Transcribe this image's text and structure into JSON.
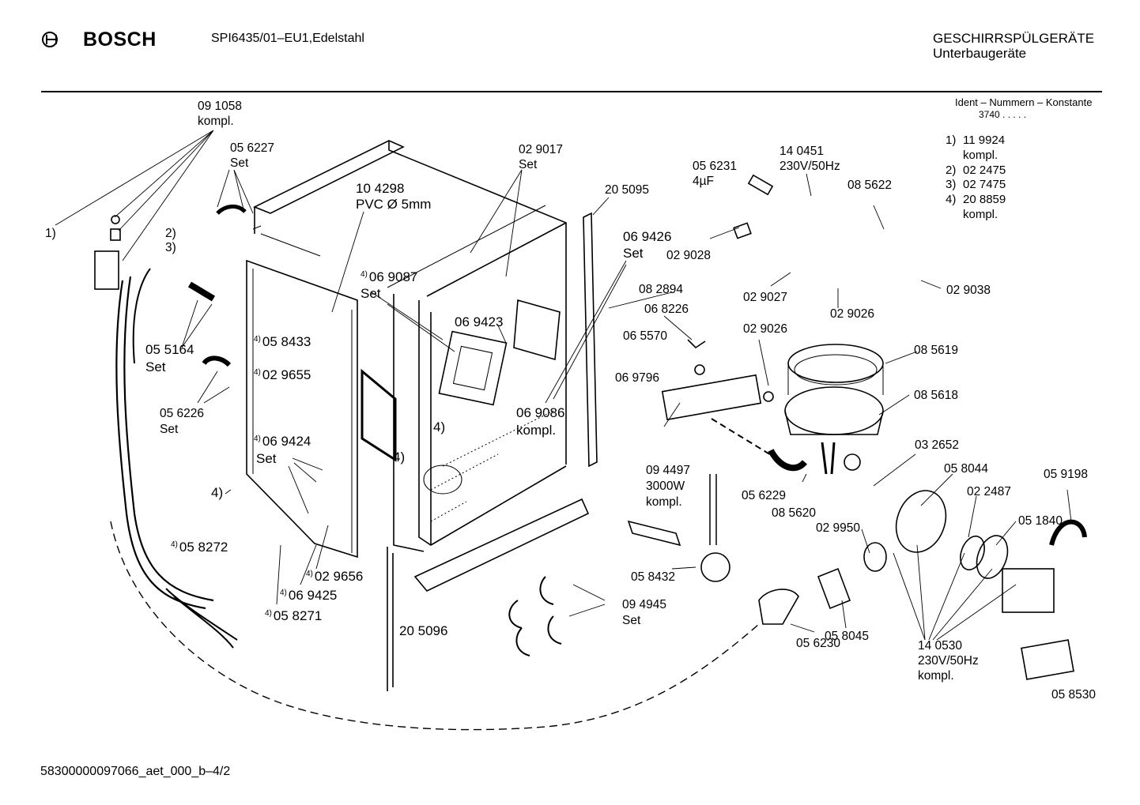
{
  "header": {
    "brand": "BOSCH",
    "model": "SPI6435/01–EU1,Edelstahl",
    "category_line1": "GESCHIRRSPÜLGERÄTE",
    "category_line2": "Unterbaugeräte"
  },
  "ident": {
    "title": "Ident – Nummern – Konstante",
    "value": "3740  .  .  .  .  ."
  },
  "notes": [
    {
      "key": "1)",
      "text": "11 9924"
    },
    {
      "key": "",
      "text": "kompl."
    },
    {
      "key": "2)",
      "text": "02 2475"
    },
    {
      "key": "3)",
      "text": "02 7475"
    },
    {
      "key": "4)",
      "text": "20 8859"
    },
    {
      "key": "",
      "text": "kompl."
    }
  ],
  "labels": {
    "p091058": "09 1058",
    "p091058_sub": "kompl.",
    "p056227": "05 6227",
    "p056227_sub": "Set",
    "p104298": "10 4298",
    "p104298_sub": "PVC Ø 5mm",
    "p029017": "02 9017",
    "p029017_sub": "Set",
    "p205095": "20 5095",
    "p056231": "05 6231",
    "p056231_sub": "4µF",
    "p140451": "14 0451",
    "p140451_sub": "230V/50Hz",
    "p085622": "08 5622",
    "ref1": "1)",
    "ref2": "2)",
    "ref3": "3)",
    "p069426": "06 9426",
    "p069426_sub": "Set",
    "p029028": "02 9028",
    "p069087": "06 9087",
    "p069087_sub": "Set",
    "p055164": "05 5164",
    "p055164_sub": "Set",
    "p058433": "05 8433",
    "p069423": "06 9423",
    "p082894": "08 2894",
    "p029027": "02 9027",
    "p029026a": "02 9026",
    "p029038": "02 9038",
    "p068226": "06 8226",
    "p029655": "02 9655",
    "p029026b": "02 9026",
    "p065570": "06 5570",
    "p085619": "08 5619",
    "p056226": "05 6226",
    "p056226_sub": "Set",
    "p069796": "06 9796",
    "p085618": "08 5618",
    "p069086": "06 9086",
    "p069086_sub": "kompl.",
    "ref4a": "4)",
    "p069424": "06 9424",
    "p069424_sub": "Set",
    "ref4b": "4)",
    "p032652": "03 2652",
    "p094497": "09 4497",
    "p094497_w": "3000W",
    "p094497_sub": "kompl.",
    "p058044": "05 8044",
    "p059198": "05 9198",
    "ref4c": "4)",
    "p056229": "05 6229",
    "p022487": "02 2487",
    "p085620": "08 5620",
    "p051840": "05 1840",
    "p029950": "02 9950",
    "p058272": "05 8272",
    "p058432": "05 8432",
    "p029656": "02 9656",
    "p069425": "06 9425",
    "p094945": "09 4945",
    "p094945_sub": "Set",
    "p058271": "05 8271",
    "p058045": "05 8045",
    "p205096": "20 5096",
    "p056230": "05 6230",
    "p140530": "14 0530",
    "p140530_sub1": "230V/50Hz",
    "p140530_sub2": "kompl.",
    "p058530": "05 8530",
    "sup4": "4)"
  },
  "footer": "58300000097066_aet_000_b–4/2"
}
